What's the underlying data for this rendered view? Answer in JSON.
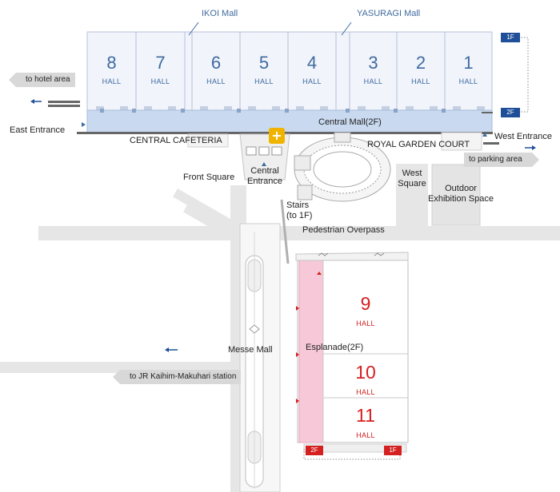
{
  "malls_top": {
    "ikoi": "IKOI Mall",
    "yasuragi": "YASURAGI Mall"
  },
  "halls": [
    {
      "number": "8",
      "label": "HALL"
    },
    {
      "number": "7",
      "label": "HALL"
    },
    {
      "number": "6",
      "label": "HALL"
    },
    {
      "number": "5",
      "label": "HALL"
    },
    {
      "number": "4",
      "label": "HALL"
    },
    {
      "number": "3",
      "label": "HALL"
    },
    {
      "number": "2",
      "label": "HALL"
    },
    {
      "number": "1",
      "label": "HALL"
    },
    {
      "number": "9",
      "label": "HALL"
    },
    {
      "number": "10",
      "label": "HALL"
    },
    {
      "number": "11",
      "label": "HALL"
    }
  ],
  "floors": {
    "top_1f": "1F",
    "top_2f": "2F",
    "bottom_2f": "2F",
    "bottom_1f": "1F"
  },
  "labels": {
    "to_hotel": "to hotel area",
    "east_entrance": "East Entrance",
    "central_mall": "Central Mall(2F)",
    "central_cafeteria": "CENTRAL CAFETERIA",
    "royal_garden_court": "ROYAL GARDEN COURT",
    "west_entrance": "West Entrance",
    "to_parking": "to parking area",
    "front_square": "Front Square",
    "central_entrance": "Central\nEntrance",
    "west_square": "West\nSquare",
    "outdoor_exhibition": "Outdoor\nExhibition Space",
    "stairs": "Stairs\n(to 1F)",
    "pedestrian_overpass": "Pedestrian Overpass",
    "messe_mall": "Messe Mall",
    "esplanade": "Esplanade(2F)",
    "to_station": "to JR Kaihim-Makuhari station"
  },
  "colors": {
    "hall_fill": "#f1f4fb",
    "hall_border": "#b5c1d9",
    "mall_fill": "#c9d9f0",
    "blue_text": "#3f6aa0",
    "red_text": "#d42020",
    "esplanade_fill": "#f6c8d8",
    "road": "#e6e6e6",
    "floor_blue": "#1f4f99",
    "floor_red": "#d42020",
    "icon_gold": "#f0b400"
  },
  "icons": [
    "elevator-icon",
    "escalator-icon",
    "information-icon",
    "arrow-left-icon",
    "arrow-right-icon"
  ]
}
